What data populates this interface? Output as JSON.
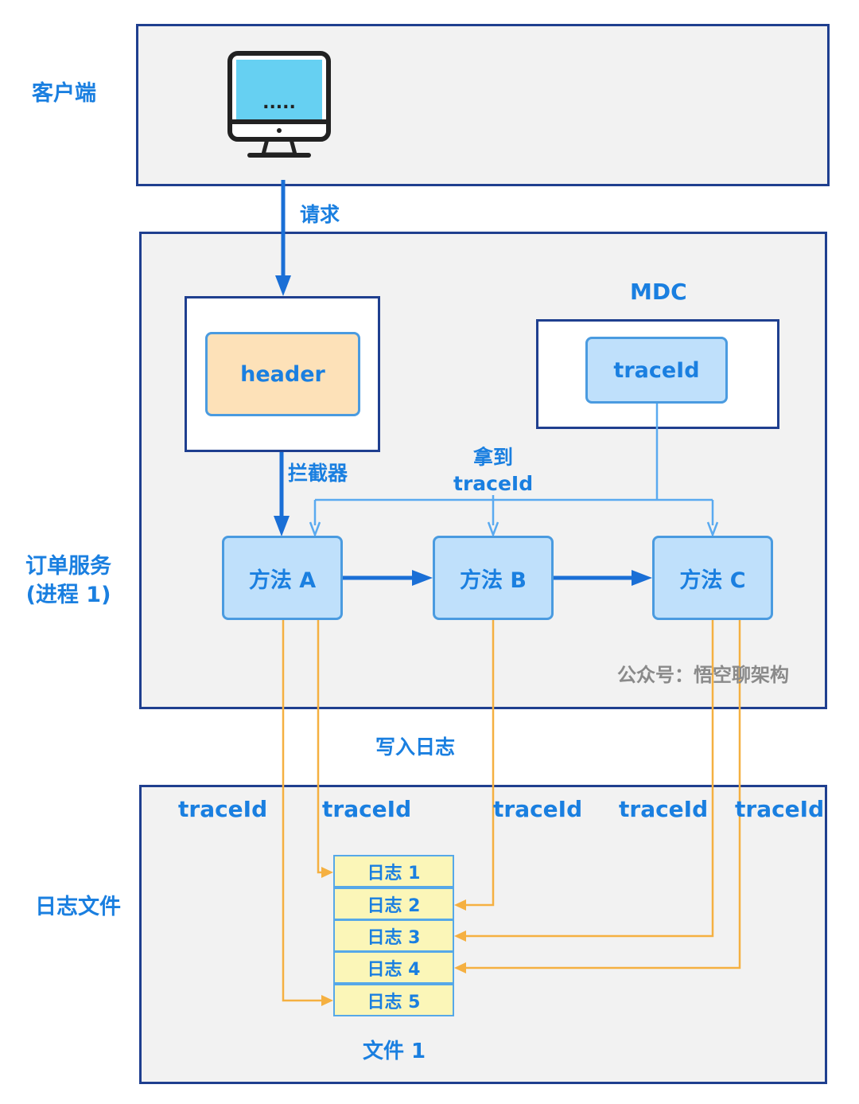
{
  "sections": {
    "client": "客户端",
    "order_service": [
      "订单服务",
      "(进程 1)"
    ],
    "log_file": "日志文件"
  },
  "client_screen": ".....",
  "edges": {
    "request": "请求",
    "interceptor": "拦截器",
    "get_trace": [
      "拿到",
      "traceId"
    ],
    "write_log": "写入日志"
  },
  "header_label": "header",
  "mdc": {
    "title": "MDC",
    "field": "traceId"
  },
  "methods": [
    "方法 A",
    "方法 B",
    "方法 C"
  ],
  "trace_labels": [
    "traceId",
    "traceId",
    "traceId",
    "traceId",
    "traceId"
  ],
  "logs": [
    "日志 1",
    "日志 2",
    "日志 3",
    "日志 4",
    "日志 5"
  ],
  "file_label": "文件 1",
  "watermark": "公众号：悟空聊架构",
  "colors": {
    "border": "#1f3f8f",
    "text_blue": "#1a7fe0",
    "arrow_dark": "#1a6fd6",
    "arrow_light": "#5aaaf0",
    "arrow_orange": "#f5b041",
    "box_fill": "#bfe0fb",
    "header_fill": "#fde1b8",
    "log_fill": "#fbf6b8",
    "panel_fill": "#f2f2f2"
  }
}
